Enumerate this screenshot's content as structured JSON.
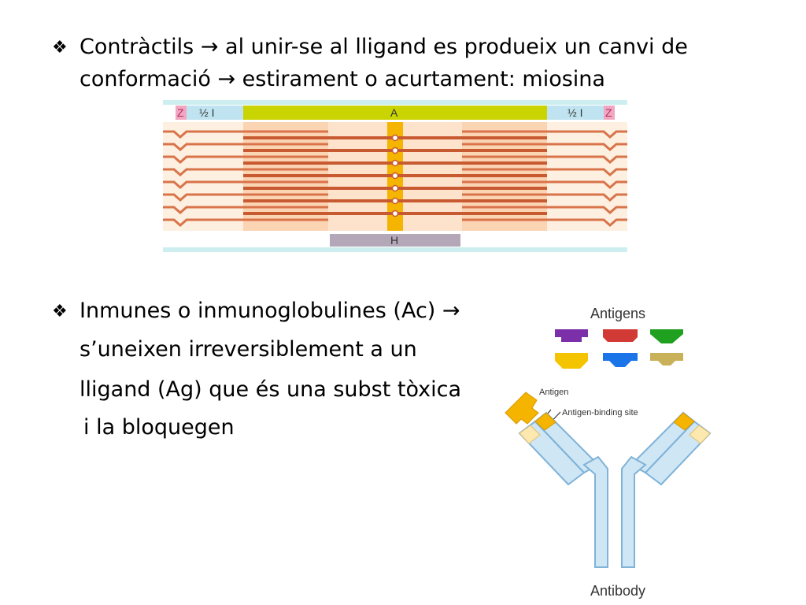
{
  "bullets": [
    {
      "part1": "Contràctils",
      "part2": "al unir-se al lligand es produeix un canvi de",
      "line2a": "conformació",
      "line2b": "estirament o acurtament: miosina"
    },
    {
      "line1": "Inmunes o inmunoglobulines (Ac)",
      "line2": "s’uneixen irreversiblement a un",
      "line3": "lligand (Ag) que és una subst tòxica",
      "line4": "i la bloquegen"
    }
  ],
  "symbols": {
    "bullet": "❖",
    "arrow": "→"
  },
  "sarcomere": {
    "labels": {
      "z_left": "Z",
      "half_i_left": "½ I",
      "a_band": "A",
      "half_i_right": "½ I",
      "z_right": "Z",
      "h_zone": "H"
    },
    "colors": {
      "z": "#f2a7c0",
      "i_band": "#bfe3f0",
      "a_band": "#c9d400",
      "m_line": "#f5b400",
      "h_zone": "#b4a8b8",
      "filament": "#d9734a",
      "bg_i": "#fdf0e0",
      "bg_a": "#fbd4b4",
      "border": "#cdeff0"
    }
  },
  "antibody": {
    "labels": {
      "antigens_title": "Antigens",
      "antigen": "Antigen",
      "binding_site": "Antigen-binding site",
      "antibody": "Antibody"
    },
    "colors": {
      "purple": "#7b2fa8",
      "red": "#d23a35",
      "green": "#1fa01f",
      "yellow": "#f5c400",
      "blue": "#1b74e8",
      "khaki": "#c9b15a",
      "heavy_chain": "#cfe6f5",
      "chain_outline": "#7fb3d8",
      "antigen_orange": "#f5b400",
      "light_tip": "#fde8b0"
    }
  }
}
